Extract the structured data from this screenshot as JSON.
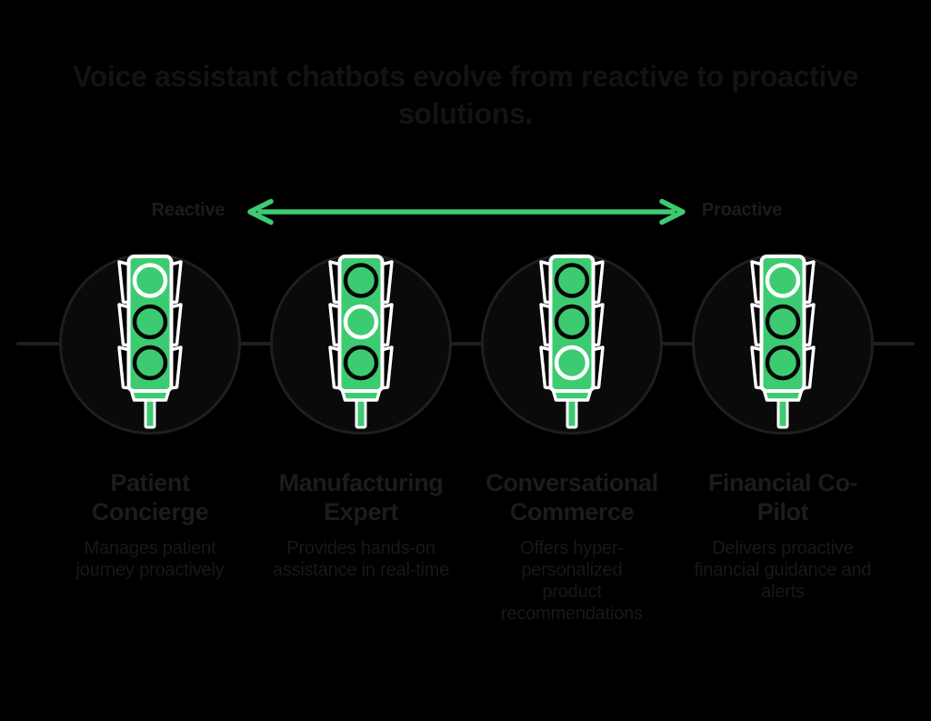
{
  "title": {
    "line1": "Voice assistant chatbots evolve from reactive to proactive",
    "line2": "solutions."
  },
  "scale": {
    "left_label": "Reactive",
    "right_label": "Proactive",
    "arrow_icon": "double-headed-arrow"
  },
  "stages": [
    {
      "icon": "traffic-light-icon",
      "active_light": "top",
      "heading": "Patient Concierge",
      "description": "Manages patient journey proactively"
    },
    {
      "icon": "traffic-light-icon",
      "active_light": "middle",
      "heading": "Manufacturing Expert",
      "description": "Provides hands-on assistance in real-time"
    },
    {
      "icon": "traffic-light-icon",
      "active_light": "bottom",
      "heading": "Conversational Commerce",
      "description": "Offers hyper-personalized product recommendations"
    },
    {
      "icon": "traffic-light-icon",
      "active_light": "top",
      "heading": "Financial Co-Pilot",
      "description": "Delivers proactive financial guidance and alerts"
    }
  ],
  "colors": {
    "background": "#000000",
    "accent_green": "#3dcb71",
    "light_lit_ring": "#ffffff",
    "light_unlit_ring": "#050505",
    "circle_fill": "#0a0a0a",
    "circle_stroke": "#1f1f1f",
    "connector_line": "#1f1f1f",
    "title_text": "#131317",
    "heading_text": "#1b1b20",
    "description_text": "#18181d",
    "label_text": "#1b1b20"
  }
}
